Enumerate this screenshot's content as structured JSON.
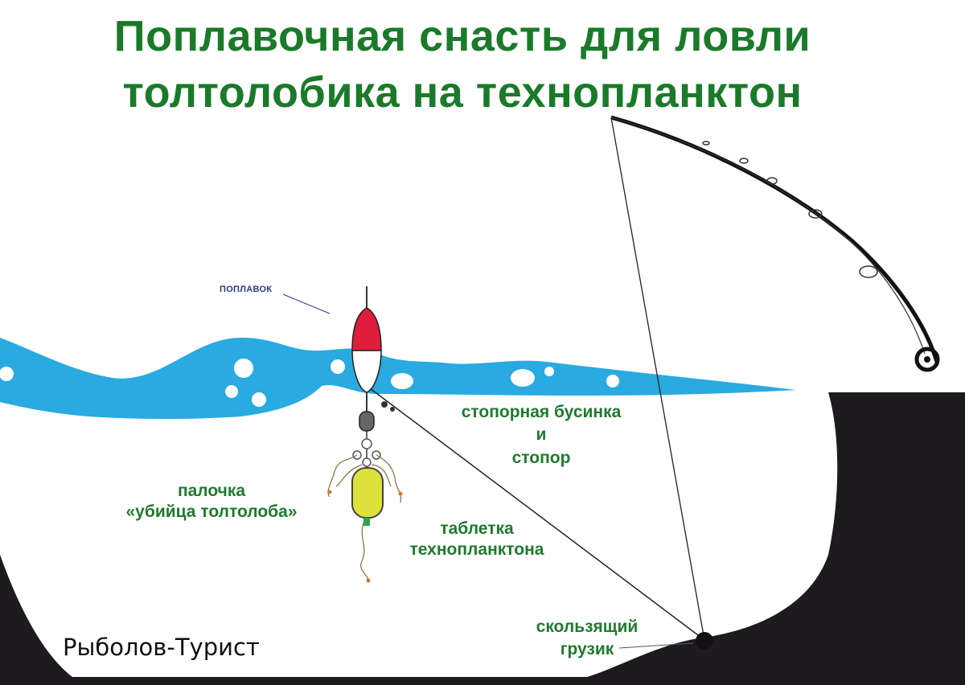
{
  "title": {
    "line1": "Поплавочная снасть для ловли",
    "line2": "толтолобика на технопланктон"
  },
  "labels": {
    "float": "ПОПЛАВОК",
    "stopper_line1": "стопорная бусинка",
    "stopper_line2": "и",
    "stopper_line3": "стопор",
    "stick_line1": "палочка",
    "stick_line2": "«убийца толтолоба»",
    "tablet_line1": "таблетка",
    "tablet_line2": "технопланктона",
    "sinker_line1": "скользящий",
    "sinker_line2": "грузик"
  },
  "watermark": "Рыболов-Турист",
  "colors": {
    "title_green": "#1a7a2a",
    "label_green": "#1f7a2e",
    "float_label_blue": "#2b3a8a",
    "water": "#29aae0",
    "float_top": "#e01e3c",
    "tablet": "#dde23a",
    "shore": "#1d1b1e",
    "sinker": "#111111"
  },
  "icons": [
    "fishing-rod-icon",
    "reel-icon",
    "float-icon",
    "sinker-icon"
  ]
}
